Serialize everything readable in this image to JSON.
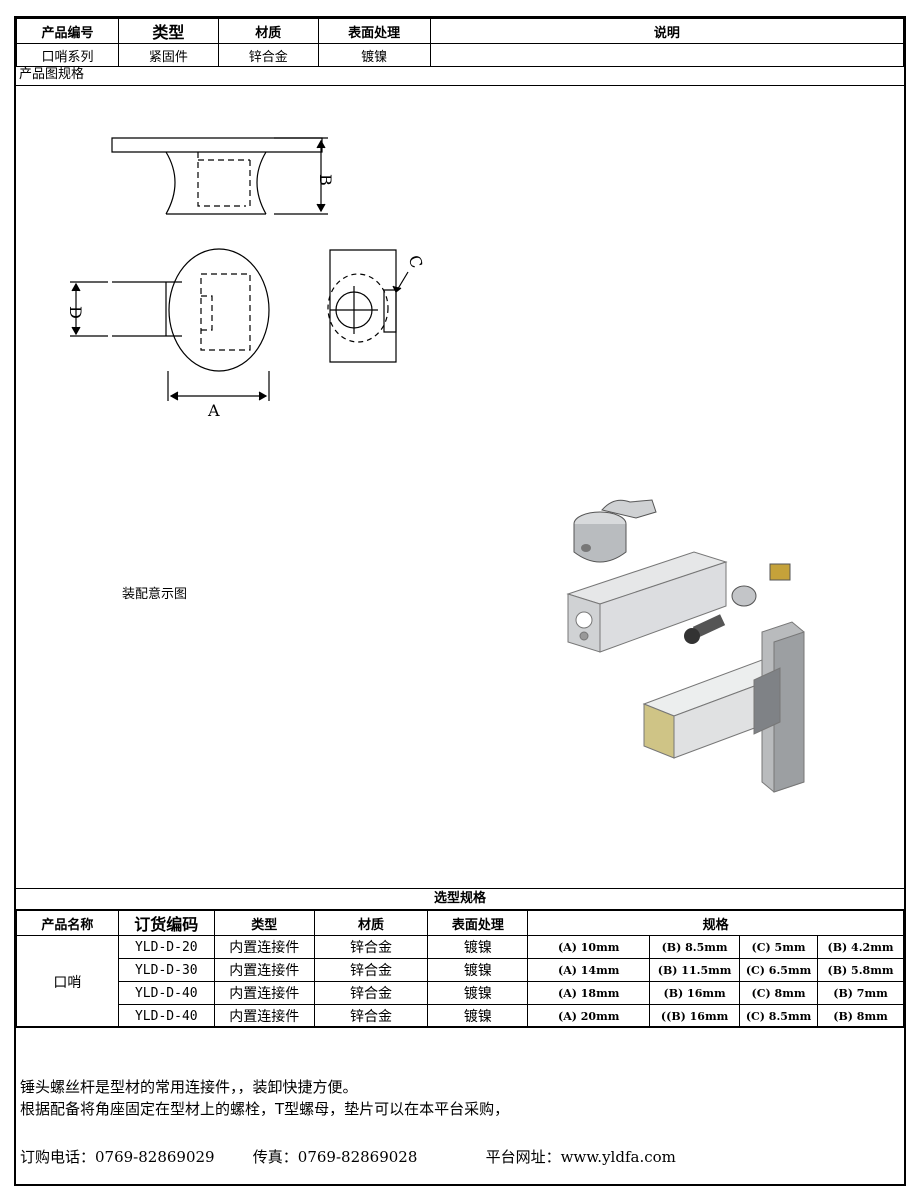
{
  "header": {
    "cols": [
      "产品编号",
      "类型",
      "材质",
      "表面处理",
      "说明"
    ],
    "values": [
      "口哨系列",
      "紧固件",
      "锌合金",
      "镀镍",
      ""
    ]
  },
  "section_label": "产品图规格",
  "drawing": {
    "dim_labels": [
      "B",
      "D",
      "A",
      "C"
    ],
    "assembly_label": "装配意示图"
  },
  "selection": {
    "title": "选型规格",
    "headers": [
      "产品名称",
      "订货编码",
      "类型",
      "材质",
      "表面处理",
      "规格"
    ],
    "product_name": "口哨",
    "rows": [
      {
        "code": "YLD-D-20",
        "type": "内置连接件",
        "material": "锌合金",
        "finish": "镀镍",
        "specs": [
          "(A) 10mm",
          "(B) 8.5mm",
          "(C) 5mm",
          "(B) 4.2mm"
        ]
      },
      {
        "code": "YLD-D-30",
        "type": "内置连接件",
        "material": "锌合金",
        "finish": "镀镍",
        "specs": [
          "(A) 14mm",
          "(B) 11.5mm",
          "(C) 6.5mm",
          "(B) 5.8mm"
        ]
      },
      {
        "code": "YLD-D-40",
        "type": "内置连接件",
        "material": "锌合金",
        "finish": "镀镍",
        "specs": [
          "(A) 18mm",
          "(B) 16mm",
          "(C) 8mm",
          "(B) 7mm"
        ]
      },
      {
        "code": "YLD-D-40",
        "type": "内置连接件",
        "material": "锌合金",
        "finish": "镀镍",
        "specs": [
          "(A) 20mm",
          "((B) 16mm",
          "(C) 8.5mm",
          "(B) 8mm"
        ]
      }
    ]
  },
  "notes": [
    "锤头螺丝杆是型材的常用连接件，，装卸快捷方便。",
    "根据配备将角座固定在型材上的螺栓，T型螺母，垫片可以在本平台采购，"
  ],
  "contact": {
    "order_phone": "订购电话：0769-82869029",
    "fax": "传真：0769-82869028",
    "website": "平台网址：www.yldfa.com"
  }
}
